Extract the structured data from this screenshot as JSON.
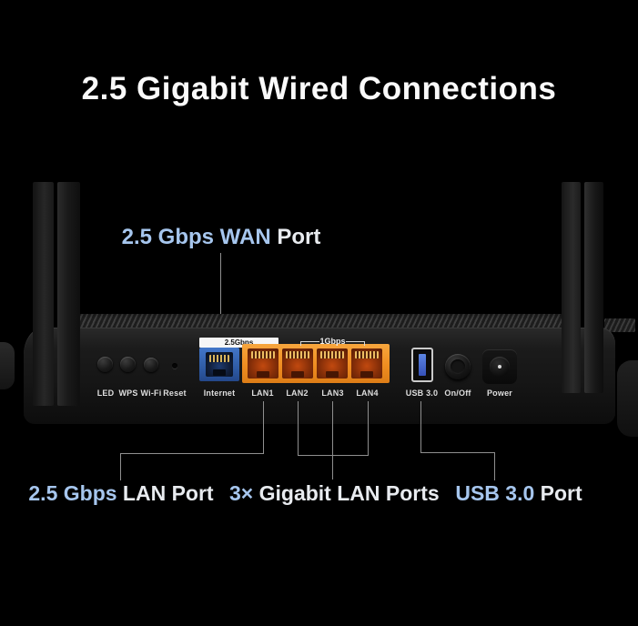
{
  "title": "2.5 Gigabit Wired Connections",
  "callouts": {
    "wan": {
      "accent": "2.5 Gbps WAN",
      "rest": " Port"
    },
    "lan": {
      "accent": "2.5 Gbps",
      "rest": " LAN Port"
    },
    "gig": {
      "accent": "3×",
      "rest": " Gigabit LAN Ports"
    },
    "usb": {
      "accent": "USB 3.0",
      "rest": " Port"
    }
  },
  "panel": {
    "internet_speed_label": "2.5Gbps",
    "lan_speed_label": "1Gbps",
    "button_labels": {
      "led": "LED",
      "wps": "WPS",
      "wifi": "Wi-Fi",
      "reset": "Reset"
    },
    "port_labels": {
      "internet": "Internet",
      "lan1": "LAN1",
      "lan2": "LAN2",
      "lan3": "LAN3",
      "lan4": "LAN4",
      "usb": "USB 3.0",
      "power_switch": "On/Off",
      "power_jack": "Power"
    }
  },
  "colors": {
    "accent_text": "#a6c6ee",
    "body_text": "#e8ebef",
    "callout_line": "#8f8f8f",
    "internet_port_blue": "#3366b3",
    "lan_port_orange": "#f0922b",
    "usb_inner_blue": "#4a6fd4",
    "background": "#000000"
  }
}
